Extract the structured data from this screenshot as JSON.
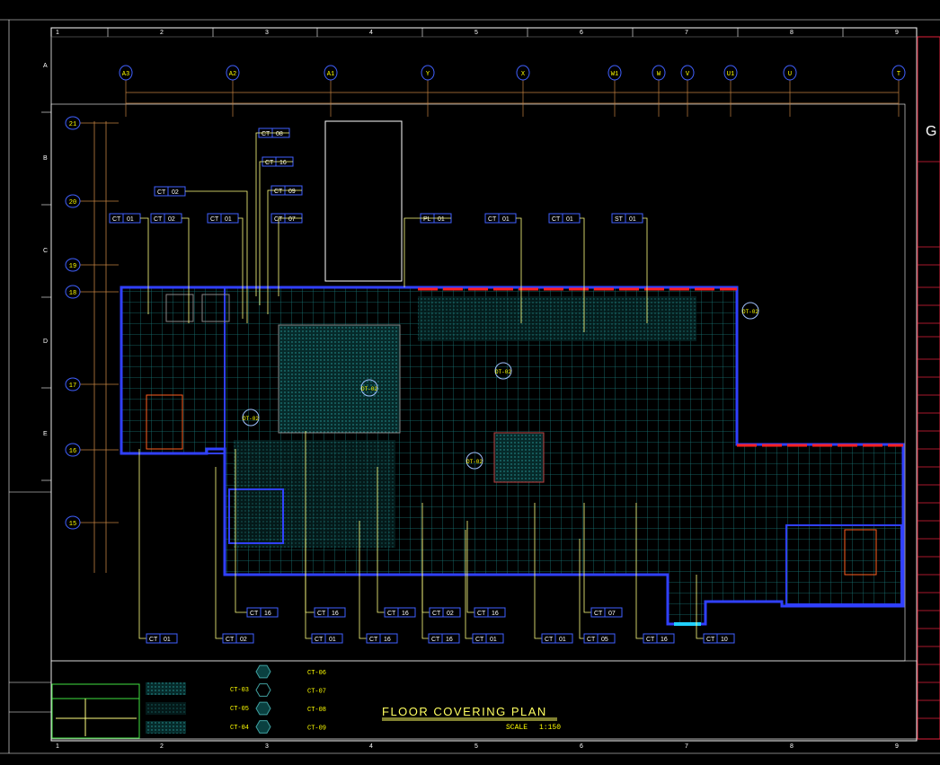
{
  "sheet": {
    "border_numbers": [
      "1",
      "2",
      "3",
      "4",
      "5",
      "6",
      "7",
      "8",
      "9"
    ],
    "border_letters": [
      "A",
      "B",
      "C",
      "D",
      "E"
    ],
    "title": "FLOOR COVERING PLAN",
    "scale_label": "SCALE",
    "scale_value": "1:150",
    "logo_letter": "G"
  },
  "grid_columns": [
    "A3",
    "A2",
    "A1",
    "Y",
    "X",
    "W1",
    "W",
    "V",
    "U1",
    "U",
    "T"
  ],
  "grid_rows": [
    "21",
    "20",
    "19",
    "18",
    "17",
    "16",
    "15"
  ],
  "tags_top": [
    {
      "p": "CT",
      "n": "08"
    },
    {
      "p": "CT",
      "n": "16"
    },
    {
      "p": "CT",
      "n": "09"
    },
    {
      "p": "CT",
      "n": "02"
    },
    {
      "p": "CT",
      "n": "01"
    },
    {
      "p": "CT",
      "n": "02"
    },
    {
      "p": "CT",
      "n": "01"
    },
    {
      "p": "CT",
      "n": "07"
    },
    {
      "p": "PL",
      "n": "01"
    },
    {
      "p": "CT",
      "n": "01"
    },
    {
      "p": "CT",
      "n": "01"
    },
    {
      "p": "ST",
      "n": "01"
    }
  ],
  "tags_bottom_upper": [
    {
      "p": "CT",
      "n": "16"
    },
    {
      "p": "CT",
      "n": "16"
    },
    {
      "p": "CT",
      "n": "16"
    },
    {
      "p": "CT",
      "n": "02"
    },
    {
      "p": "CT",
      "n": "16"
    },
    {
      "p": "CT",
      "n": "07"
    }
  ],
  "tags_bottom_lower": [
    {
      "p": "CT",
      "n": "01"
    },
    {
      "p": "CT",
      "n": "02"
    },
    {
      "p": "CT",
      "n": "01"
    },
    {
      "p": "CT",
      "n": "16"
    },
    {
      "p": "CT",
      "n": "16"
    },
    {
      "p": "CT",
      "n": "01"
    },
    {
      "p": "CT",
      "n": "01"
    },
    {
      "p": "CT",
      "n": "05"
    },
    {
      "p": "CT",
      "n": "16"
    },
    {
      "p": "CT",
      "n": "10"
    }
  ],
  "section_marks": [
    "DT-02",
    "DT-02",
    "DT-02",
    "DT-02",
    "DT-02"
  ],
  "legend": {
    "codes_left": [
      "CT-03",
      "CT-05",
      "CT-04"
    ],
    "codes_right": [
      "CT-06",
      "CT-07",
      "CT-08",
      "CT-09"
    ]
  },
  "colors": {
    "background": "#000000",
    "text": "#ffff00",
    "grid_bubble": "#4060ff",
    "wall": "#3040ff",
    "tile": "#1a8080",
    "red": "#ff2020",
    "frame": "#ffffff",
    "titleblock": "#e0203a",
    "titleblock_text": "#20ff40"
  }
}
